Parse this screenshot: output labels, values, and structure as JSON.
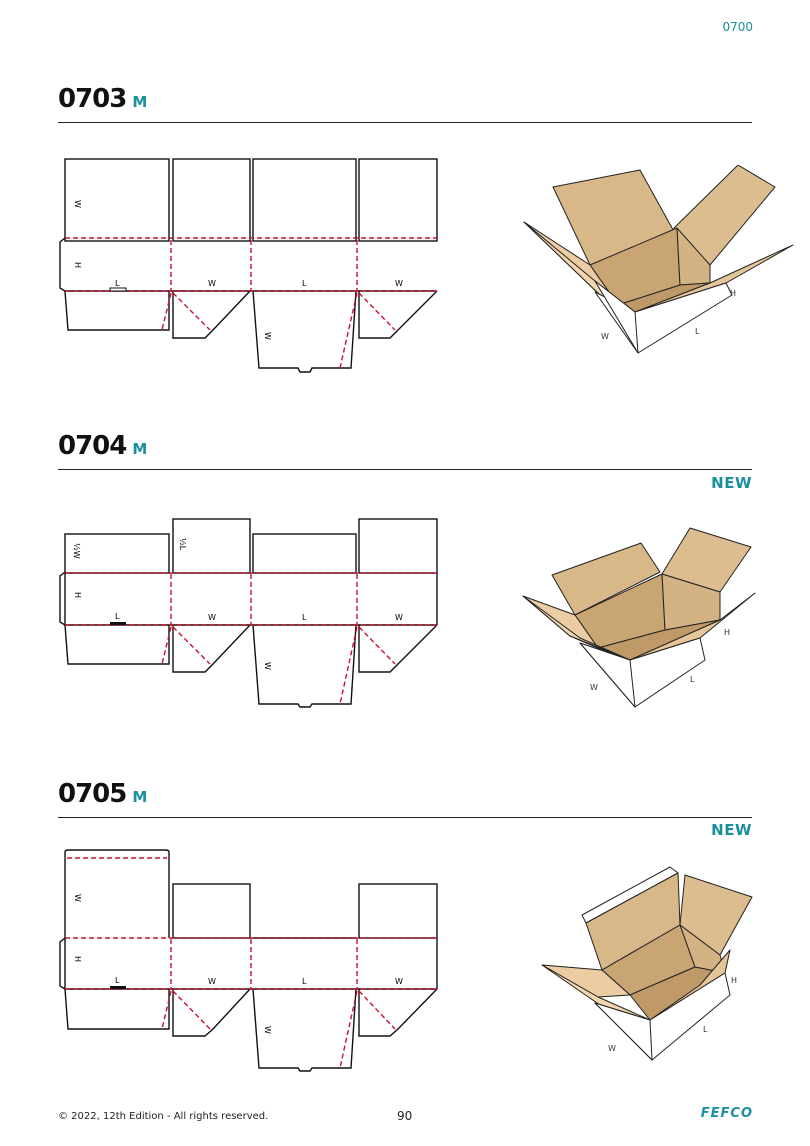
{
  "header": {
    "section": "0700"
  },
  "styles": [
    {
      "code": "0703",
      "suffix": "M",
      "badge": "",
      "labels": {
        "L": "L",
        "W": "W",
        "H": "H",
        "W_flap": "W",
        "W_half": "W"
      }
    },
    {
      "code": "0704",
      "suffix": "M",
      "badge": "NEW",
      "labels": {
        "L": "L",
        "W": "W",
        "H": "H",
        "W_flap": "W",
        "W_half": "½W",
        "L_half": "½L"
      }
    },
    {
      "code": "0705",
      "suffix": "M",
      "badge": "NEW",
      "labels": {
        "L": "L",
        "W": "W",
        "H": "H",
        "W_flap": "W",
        "W_half": "W"
      }
    }
  ],
  "footer": {
    "copyright": "© 2022, 12th Edition - All rights reserved.",
    "page": "90",
    "logo": "FEFCO"
  },
  "colors": {
    "accent": "#1a8fa0",
    "crease": "#c8102e",
    "kraft": "#d8b888",
    "kraft_light": "#eccda3"
  }
}
